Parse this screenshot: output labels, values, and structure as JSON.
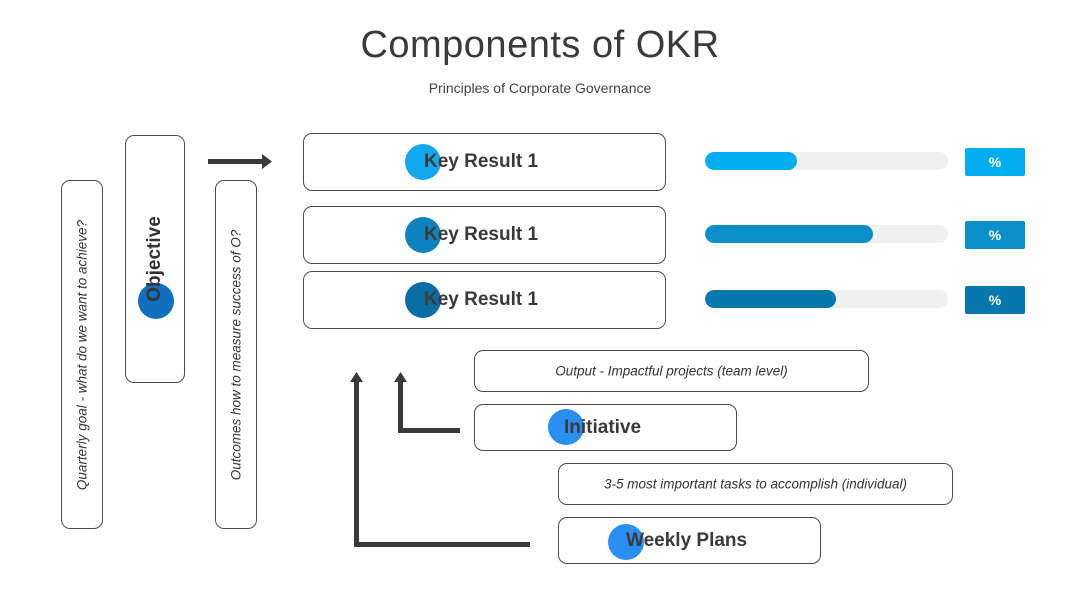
{
  "header": {
    "title": "Components of OKR",
    "subtitle": "Principles of Corporate Governance"
  },
  "left_column": {
    "quarterly_goal": "Quarterly goal - what do we want to achieve?",
    "objective": "Objective",
    "outcomes": "Outcomes how to measure success of O?"
  },
  "key_results": [
    {
      "label": "Key Result 1",
      "progress": 0.38,
      "percent_label": "%",
      "color": "#00aeef",
      "dot_color": "#13a7ee"
    },
    {
      "label": "Key Result 1",
      "progress": 0.69,
      "percent_label": "%",
      "color": "#0a8fc9",
      "dot_color": "#0c83bf"
    },
    {
      "label": "Key Result 1",
      "progress": 0.54,
      "percent_label": "%",
      "color": "#0678ad",
      "dot_color": "#086ea3"
    }
  ],
  "lower": {
    "output_note": "Output - Impactful projects (team level)",
    "initiative": "Initiative",
    "tasks_note": "3-5 most important tasks to accomplish (individual)",
    "weekly_plans": "Weekly Plans"
  },
  "colors": {
    "objective_dot": "#0f6fc0",
    "initiative_dot": "#2a8ff2",
    "weekly_dot": "#2a8ff2",
    "track": "#f0f0f0",
    "outline": "#4a4a4a"
  }
}
